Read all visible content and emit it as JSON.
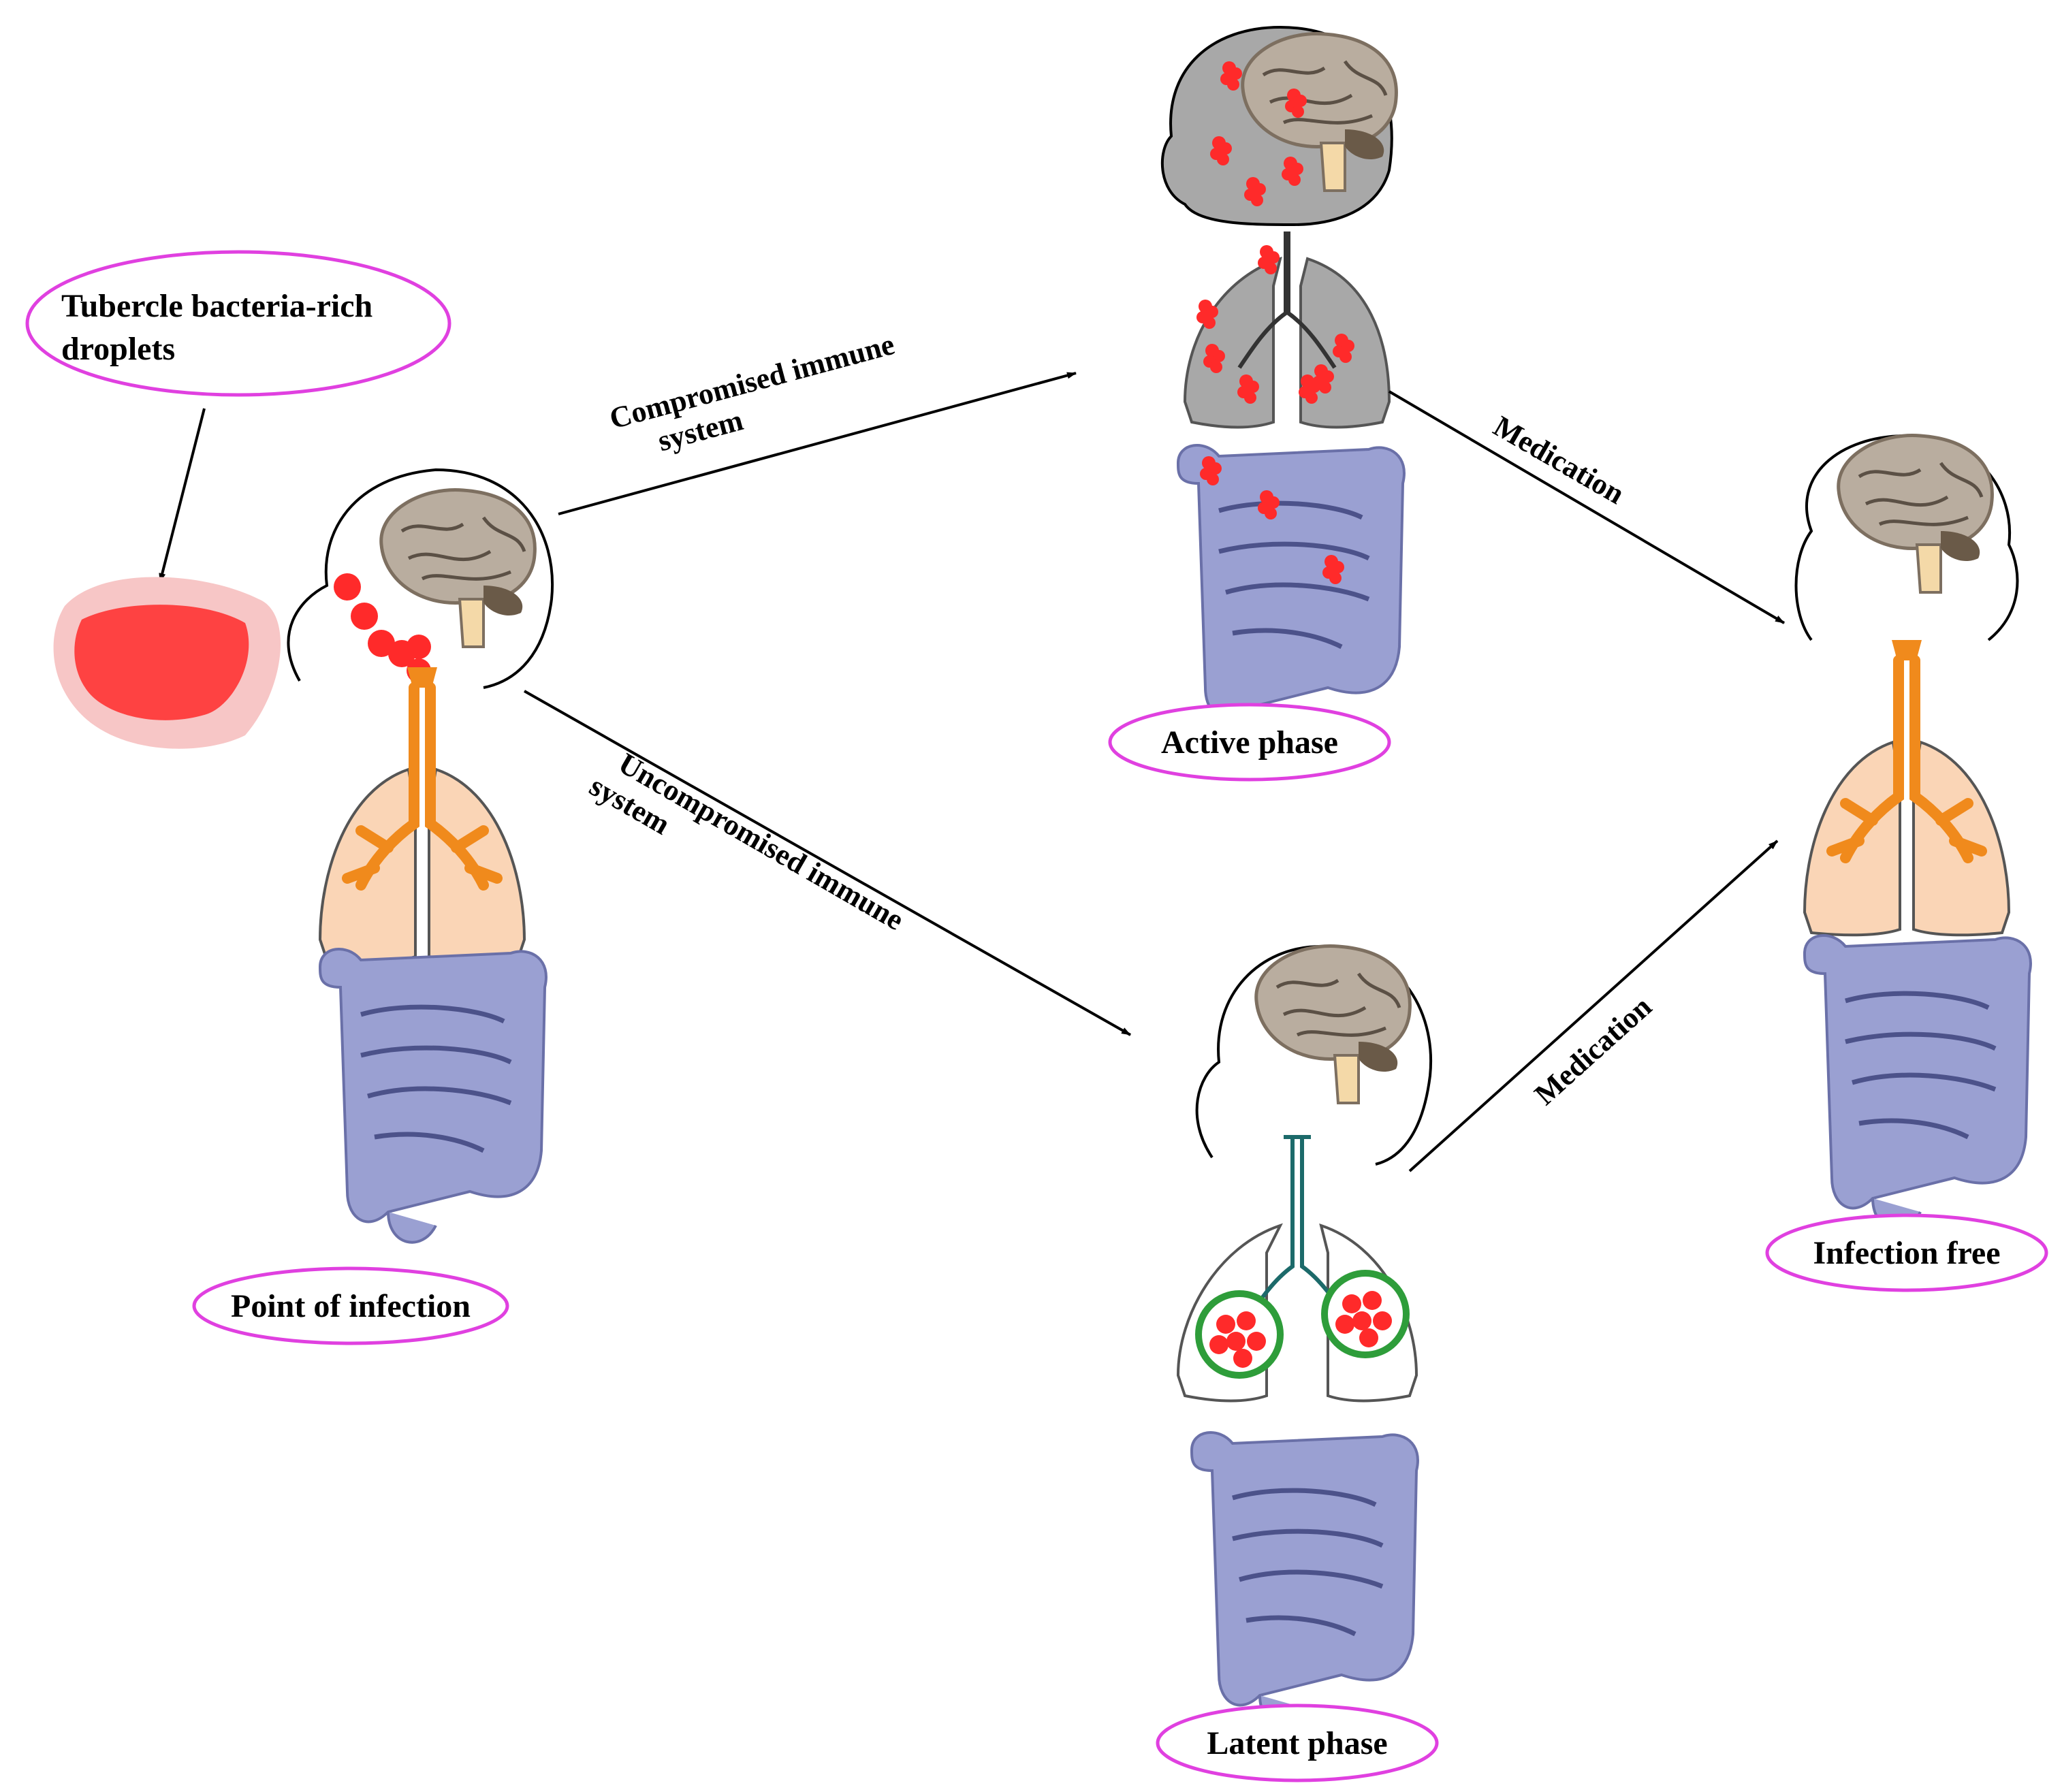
{
  "labels": {
    "droplets_line1": "Tubercle bacteria-rich",
    "droplets_line2": "droplets",
    "point_of_infection": "Point of infection",
    "active_phase": "Active phase",
    "latent_phase": "Latent phase",
    "infection_free": "Infection free"
  },
  "arrows": {
    "compromised_line1": "Compromised immune",
    "compromised_line2": "system",
    "uncompromised_line1": "Uncompromised immune",
    "uncompromised_line2": "system",
    "medication_top": "Medication",
    "medication_bottom": "Medication"
  },
  "colors": {
    "oval_border": "#e040e0",
    "bacteria": "#ff2a2a",
    "lung_healthy": "#fad5b6",
    "trachea": "#f08a1c",
    "intestine": "#9aa0d2",
    "brain": "#b9ad9f",
    "infected_head": "#a8a8a8",
    "granuloma_ring": "#2e9d3a"
  }
}
